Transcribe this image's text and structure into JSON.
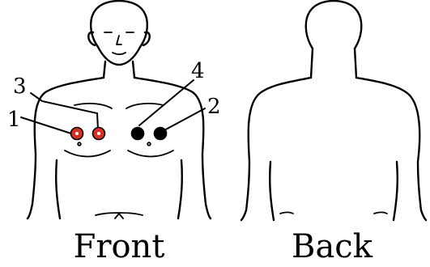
{
  "figure": {
    "front_label": "Front",
    "back_label": "Back"
  },
  "electrodes": [
    {
      "number": "1",
      "color": "#d93025"
    },
    {
      "number": "2",
      "color": "#000000"
    },
    {
      "number": "3",
      "color": "#d93025"
    },
    {
      "number": "4",
      "color": "#000000"
    }
  ]
}
